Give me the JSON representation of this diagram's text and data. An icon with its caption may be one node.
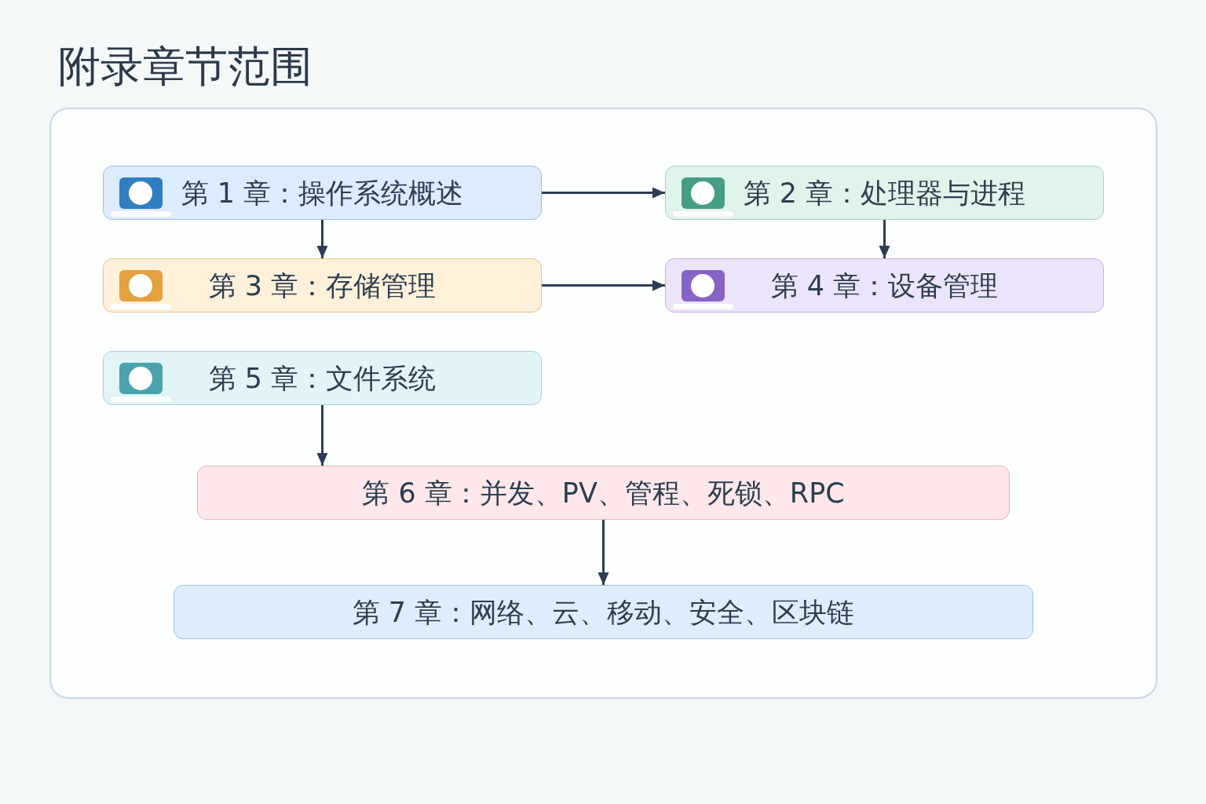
{
  "diagram": {
    "title": "附录章节范围",
    "nodes": [
      {
        "text": [],
        "shape": "box"
      },
      {
        "text": [
          "第 1 章：操作系统概述"
        ],
        "in": 0
      },
      {
        "text": [
          "第 2 章：处理器与进程"
        ],
        "in": 0
      },
      {
        "text": [
          "第 3 章：存储管理"
        ],
        "in": 0
      },
      {
        "text": [
          "第 4 章：设备管理"
        ],
        "in": 0
      },
      {
        "text": [
          "第 5 章：文件系统"
        ],
        "in": 0
      },
      {
        "text": [
          "第 6 章：并发、PV、管程、死锁、RPC"
        ],
        "in": 0
      },
      {
        "text": [
          "第 7 章：网络、云、移动、安全、区块链"
        ],
        "in": 0
      }
    ],
    "edges": [
      {
        "from": 1,
        "to": 2,
        "arrow": "to"
      },
      {
        "from": 1,
        "to": 3,
        "arrow": "to"
      },
      {
        "from": 2,
        "to": 4,
        "arrow": "to"
      },
      {
        "from": 3,
        "to": 4,
        "arrow": "to"
      },
      {
        "from": 5,
        "to": 6,
        "arrow": "to"
      },
      {
        "from": 6,
        "to": 7,
        "arrow": "to"
      }
    ]
  }
}
